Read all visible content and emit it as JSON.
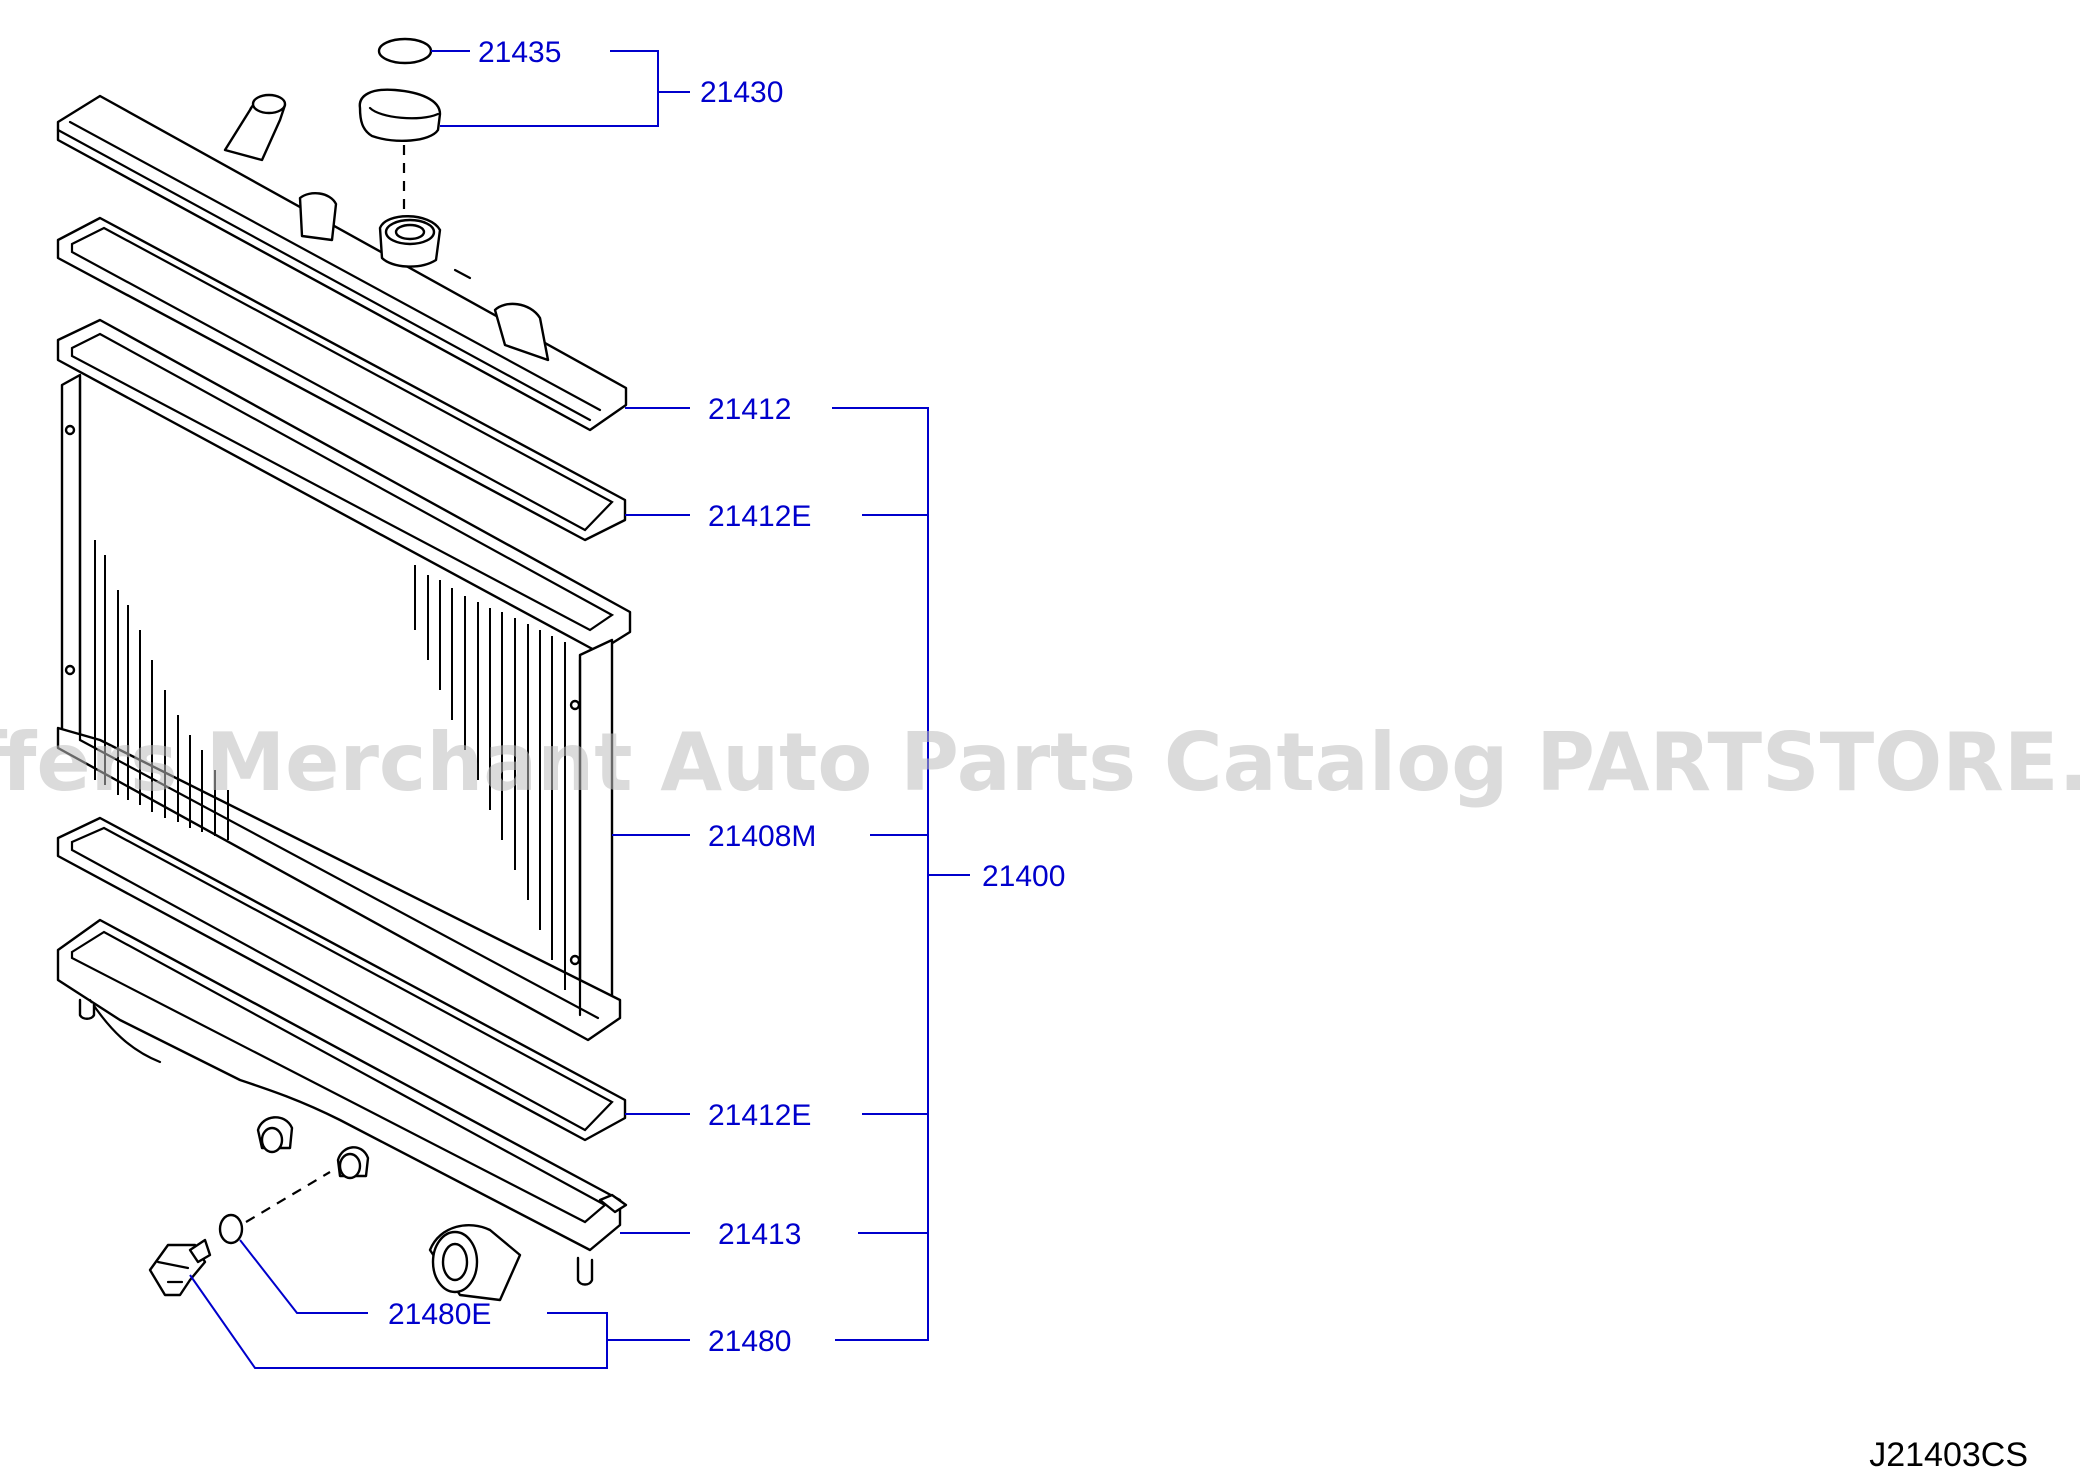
{
  "labels": {
    "p21435": "21435",
    "p21430": "21430",
    "p21412": "21412",
    "p21412E_top": "21412E",
    "p21408M": "21408M",
    "p21400": "21400",
    "p21412E_bottom": "21412E",
    "p21413": "21413",
    "p21480E": "21480E",
    "p21480": "21480"
  },
  "watermark": "Offers Merchant Auto Parts Catalog PARTSTORE.SA",
  "diagram_code": "J21403CS",
  "colors": {
    "label": "#0000cc",
    "line_art": "#000000",
    "watermark": "#bdbdbd"
  }
}
